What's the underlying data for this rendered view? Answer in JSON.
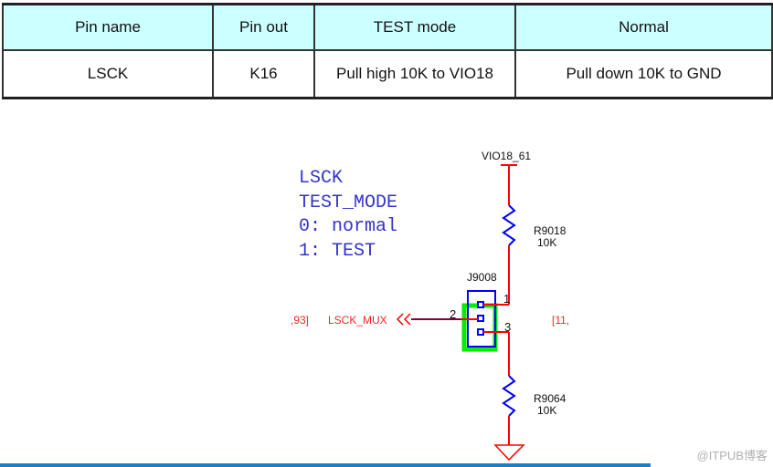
{
  "table": {
    "headers": [
      "Pin name",
      "Pin out",
      "TEST mode",
      "Normal"
    ],
    "rows": [
      [
        "LSCK",
        "K16",
        "Pull high 10K to VIO18",
        "Pull down 10K to GND"
      ]
    ]
  },
  "schematic": {
    "notes": [
      "LSCK",
      "TEST_MODE",
      "0: normal",
      "1: TEST"
    ],
    "power_net": "VIO18_61",
    "resistor_top": {
      "ref": "R9018",
      "value": "10K"
    },
    "resistor_bottom": {
      "ref": "R9064",
      "value": "10K"
    },
    "jumper": {
      "ref": "J9008",
      "pins": [
        "1",
        "2",
        "3"
      ]
    },
    "net_label": "LSCK_MUX",
    "offpage_left": ",93]",
    "offpage_right": "[11,",
    "colors": {
      "wire": "#ff0000",
      "component": "#0000ff",
      "highlight": "#00ee00",
      "text_blue": "#3333cc",
      "text_red": "#ff2222"
    }
  },
  "watermark": "@ITPUB博客"
}
